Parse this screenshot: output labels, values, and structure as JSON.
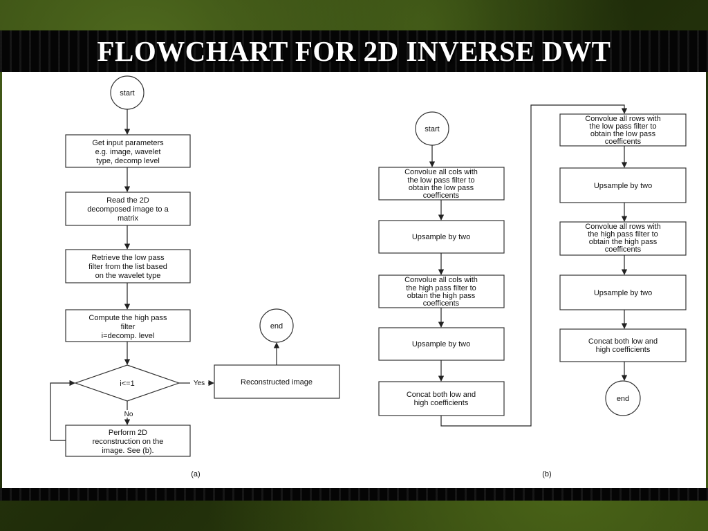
{
  "slide": {
    "title": "FLOWCHART FOR 2D INVERSE DWT"
  },
  "flow_a": {
    "caption": "(a)",
    "start": "start",
    "get_input": [
      "Get input parameters",
      "e.g. image, wavelet",
      "type, decomp level"
    ],
    "read_image": [
      "Read the 2D",
      "decomposed image to a",
      "matrix"
    ],
    "retrieve_filter": [
      "Retrieve the low pass",
      "filter from the list based",
      "on the wavelet type"
    ],
    "compute_high": [
      "Compute the high pass",
      "filter",
      "i=decomp. level"
    ],
    "decision": "i<=1",
    "yes": "Yes",
    "no": "No",
    "reconstructed": "Reconstructed image",
    "perform": [
      "Perform 2D",
      "reconstruction on the",
      "image. See (b)."
    ],
    "end": "end"
  },
  "flow_b": {
    "caption": "(b)",
    "start": "start",
    "conv_cols_low": [
      "Convolue all cols with",
      "the low pass filter to",
      "obtain the low pass",
      "coefficents"
    ],
    "upsample_1": "Upsample by two",
    "conv_cols_high": [
      "Convolue all cols with",
      "the high pass filter to",
      "obtain the high pass",
      "coefficents"
    ],
    "upsample_2": "Upsample by two",
    "concat_1": [
      "Concat both low and",
      "high coefficients"
    ],
    "conv_rows_low": [
      "Convolue all rows with",
      "the low pass filter to",
      "obtain the low pass",
      "coefficents"
    ],
    "upsample_3": "Upsample by two",
    "conv_rows_high": [
      "Convolue all rows with",
      "the high pass filter to",
      "obtain the high pass",
      "coefficents"
    ],
    "upsample_4": "Upsample by two",
    "concat_2": [
      "Concat both low and",
      "high coefficients"
    ],
    "end": "end"
  }
}
